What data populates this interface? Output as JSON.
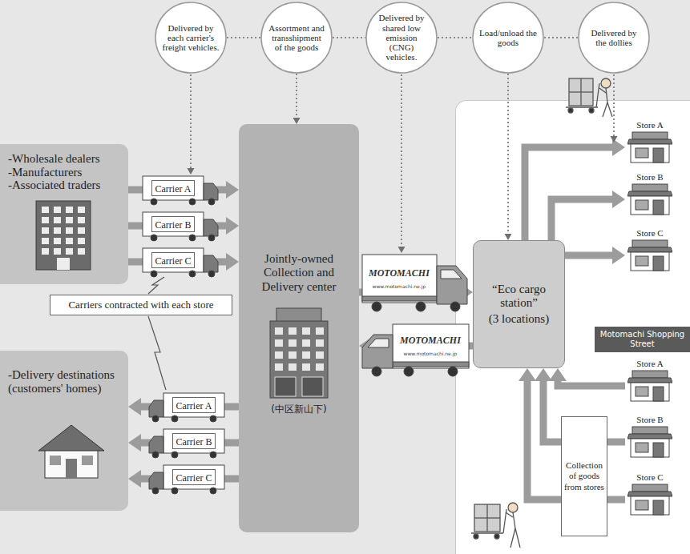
{
  "diagram": {
    "nodes": [
      {
        "text": [
          "Delivered by each carrier's freight vehicles."
        ]
      },
      {
        "text": [
          "Assortment and transshipment of the goods"
        ]
      },
      {
        "text": [
          "Delivered by shared low emission (CNG) vehicles."
        ]
      },
      {
        "text": [
          "Load/unload the goods"
        ]
      },
      {
        "text": [
          "Delivered by the dollies"
        ]
      },
      {
        "text": [
          "-Wholesale dealers",
          "-Manufacturers",
          "-Associated traders"
        ]
      },
      {
        "text": [
          "Carriers contracted with each store"
        ]
      },
      {
        "text": [
          "Jointly-owned Collection and Delivery center",
          "(中区新山下)"
        ]
      },
      {
        "text": [
          "-Delivery destinations (customers' homes)"
        ]
      },
      {
        "text": [
          "Motomachi Shopping Street"
        ]
      },
      {
        "text": [
          "“Eco cargo station”",
          "(3 locations)"
        ],
        "in": 9
      },
      {
        "text": [
          "Store A"
        ],
        "in": 9
      },
      {
        "text": [
          "Store B"
        ],
        "in": 9
      },
      {
        "text": [
          "Store C"
        ],
        "in": 9
      },
      {
        "text": [
          "Store A"
        ],
        "in": 9
      },
      {
        "text": [
          "Store B"
        ],
        "in": 9
      },
      {
        "text": [
          "Store C"
        ],
        "in": 9
      },
      {
        "text": [
          "Collection of goods from stores"
        ],
        "in": 9
      }
    ],
    "edges": [
      {
        "from": 0,
        "to": 1,
        "arrow": "none"
      },
      {
        "from": 1,
        "to": 2,
        "arrow": "none"
      },
      {
        "from": 2,
        "to": 3,
        "arrow": "none"
      },
      {
        "from": 3,
        "to": 4,
        "arrow": "none"
      },
      {
        "from": 1,
        "to": 7,
        "arrow": "to"
      },
      {
        "from": 3,
        "to": 10,
        "arrow": "to"
      },
      {
        "from": 5,
        "to": 7,
        "label": "Carrier A",
        "arrow": "to"
      },
      {
        "from": 5,
        "to": 7,
        "label": "Carrier B",
        "arrow": "to"
      },
      {
        "from": 5,
        "to": 7,
        "label": "Carrier C",
        "arrow": "to"
      },
      {
        "from": 7,
        "to": 10,
        "arrow": "to"
      },
      {
        "from": 10,
        "to": 7,
        "arrow": "to"
      },
      {
        "from": 7,
        "to": 8,
        "label": "Carrier A",
        "arrow": "to"
      },
      {
        "from": 7,
        "to": 8,
        "label": "Carrier B",
        "arrow": "to"
      },
      {
        "from": 7,
        "to": 8,
        "label": "Carrier C",
        "arrow": "to"
      },
      {
        "from": 10,
        "to": 11,
        "arrow": "to"
      },
      {
        "from": 10,
        "to": 12,
        "arrow": "to"
      },
      {
        "from": 10,
        "to": 13,
        "arrow": "to"
      },
      {
        "from": 14,
        "to": 10,
        "arrow": "to"
      },
      {
        "from": 15,
        "to": 10,
        "arrow": "to"
      },
      {
        "from": 16,
        "to": 10,
        "arrow": "to"
      }
    ],
    "labels": [
      "MOTOMACHI",
      "www.motomachi.ne.jp",
      "MOTOMACHI",
      "www.motomachi.ne.jp"
    ]
  }
}
